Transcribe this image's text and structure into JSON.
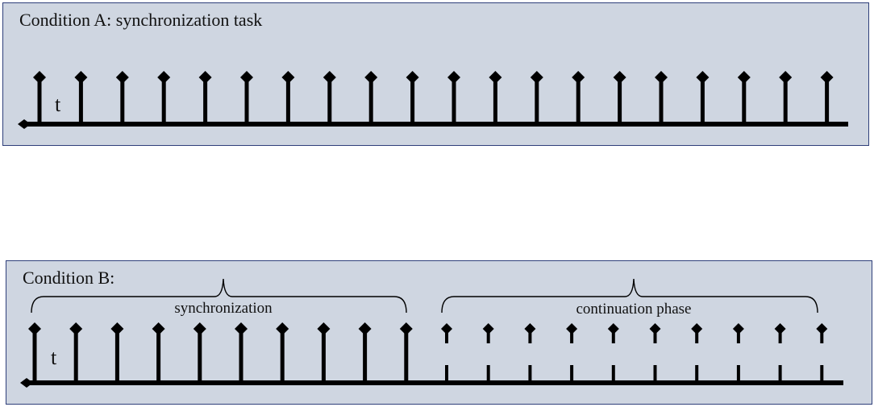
{
  "colors": {
    "panel_background": "#cfd6e1",
    "panel_border": "#2f3f7a",
    "ink": "#000000"
  },
  "panel_a": {
    "title": "Condition A: synchronization task",
    "interval_label": "t",
    "pulse_count": 20
  },
  "panel_b": {
    "title": "Condition B:",
    "interval_label": "t",
    "synchronization_label": "synchronization",
    "continuation_label": "continuation phase",
    "synchronization_pulse_count": 10,
    "continuation_pulse_count": 10
  }
}
